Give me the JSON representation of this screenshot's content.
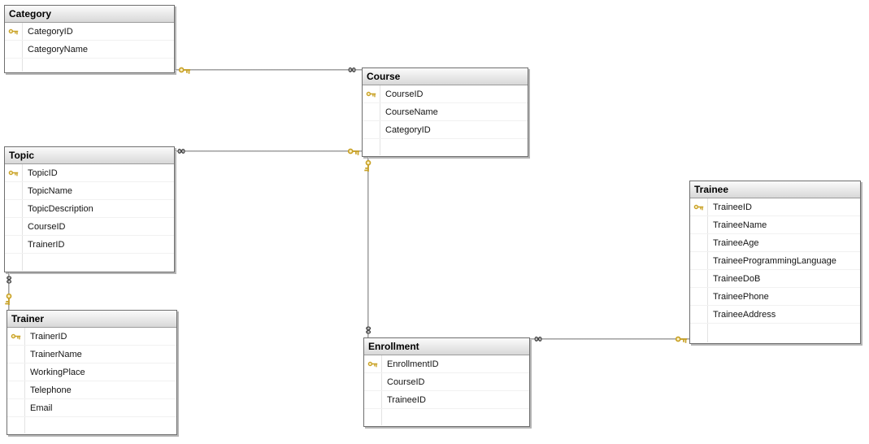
{
  "tables": {
    "category": {
      "title": "Category",
      "columns": [
        {
          "name": "CategoryID",
          "key": true
        },
        {
          "name": "CategoryName",
          "key": false
        }
      ]
    },
    "course": {
      "title": "Course",
      "columns": [
        {
          "name": "CourseID",
          "key": true
        },
        {
          "name": "CourseName",
          "key": false
        },
        {
          "name": "CategoryID",
          "key": false
        }
      ]
    },
    "topic": {
      "title": "Topic",
      "columns": [
        {
          "name": "TopicID",
          "key": true
        },
        {
          "name": "TopicName",
          "key": false
        },
        {
          "name": "TopicDescription",
          "key": false
        },
        {
          "name": "CourseID",
          "key": false
        },
        {
          "name": "TrainerID",
          "key": false
        }
      ]
    },
    "trainer": {
      "title": "Trainer",
      "columns": [
        {
          "name": "TrainerID",
          "key": true
        },
        {
          "name": "TrainerName",
          "key": false
        },
        {
          "name": "WorkingPlace",
          "key": false
        },
        {
          "name": "Telephone",
          "key": false
        },
        {
          "name": "Email",
          "key": false
        }
      ]
    },
    "trainee": {
      "title": "Trainee",
      "columns": [
        {
          "name": "TraineeID",
          "key": true
        },
        {
          "name": "TraineeName",
          "key": false
        },
        {
          "name": "TraineeAge",
          "key": false
        },
        {
          "name": "TraineeProgrammingLanguage",
          "key": false
        },
        {
          "name": "TraineeDoB",
          "key": false
        },
        {
          "name": "TraineePhone",
          "key": false
        },
        {
          "name": "TraineeAddress",
          "key": false
        }
      ]
    },
    "enrollment": {
      "title": "Enrollment",
      "columns": [
        {
          "name": "EnrollmentID",
          "key": true
        },
        {
          "name": "CourseID",
          "key": false
        },
        {
          "name": "TraineeID",
          "key": false
        }
      ]
    }
  },
  "relations": [
    {
      "one_end": "Category",
      "many_end": "Course",
      "one_symbol": "key",
      "many_symbol": "∞"
    },
    {
      "one_end": "Course",
      "many_end": "Topic",
      "one_symbol": "key",
      "many_symbol": "∞"
    },
    {
      "one_end": "Course",
      "many_end": "Enrollment",
      "one_symbol": "key",
      "many_symbol": "∞"
    },
    {
      "one_end": "Trainer",
      "many_end": "Topic",
      "one_symbol": "key",
      "many_symbol": "∞"
    },
    {
      "one_end": "Trainee",
      "many_end": "Enrollment",
      "one_symbol": "key",
      "many_symbol": "∞"
    }
  ],
  "colors": {
    "key_gold": "#C9A227",
    "connector_line": "#8f8f8f",
    "table_border": "#6f6f6f",
    "title_bar": "#e6e6e6"
  }
}
